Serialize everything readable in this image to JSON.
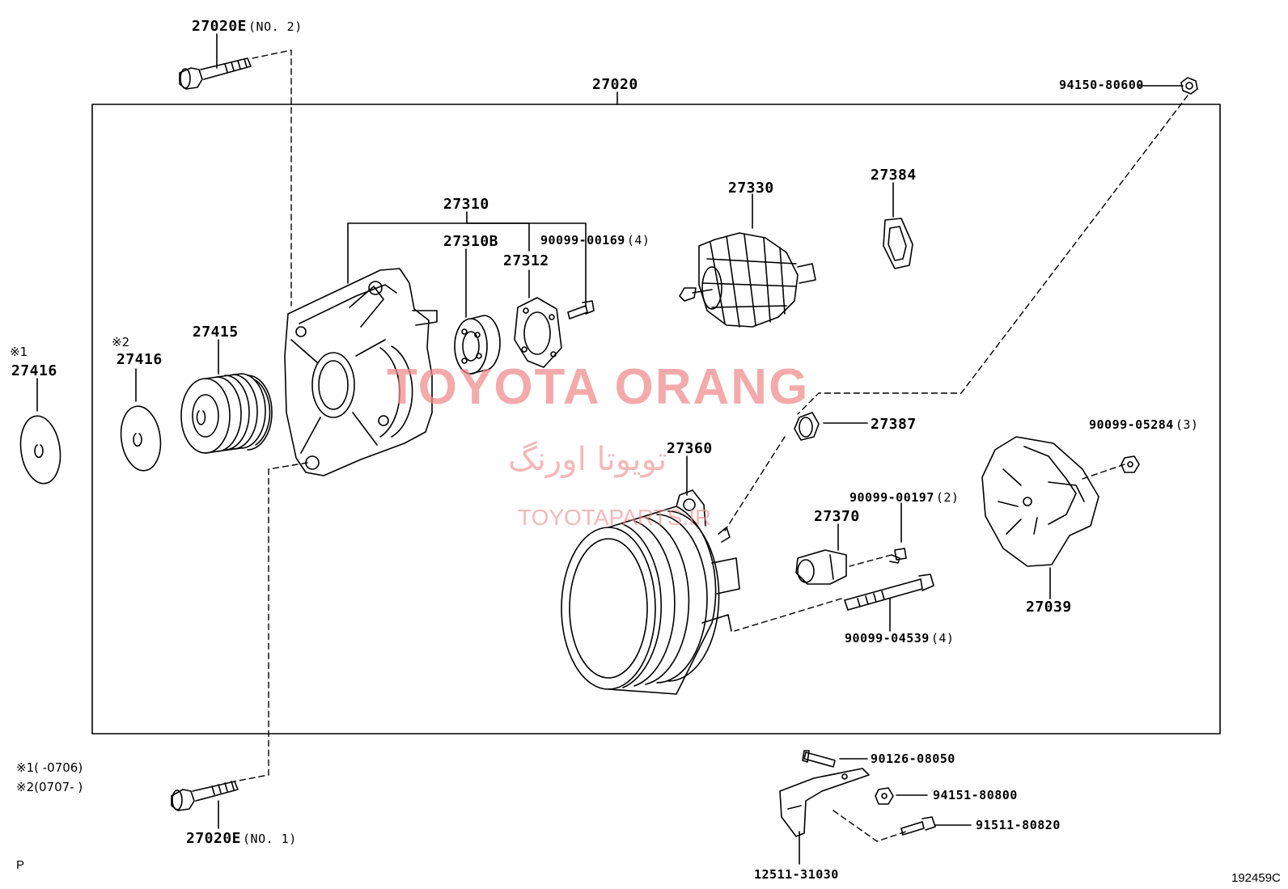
{
  "diagram": {
    "parts": [
      {
        "id": "p27020E_2",
        "number": "27020E",
        "note": "(NO. 2)"
      },
      {
        "id": "p27020",
        "number": "27020",
        "note": ""
      },
      {
        "id": "p94150",
        "number": "94150-80600",
        "note": ""
      },
      {
        "id": "p27310",
        "number": "27310",
        "note": ""
      },
      {
        "id": "p27310B",
        "number": "27310B",
        "note": ""
      },
      {
        "id": "p27312",
        "number": "27312",
        "note": ""
      },
      {
        "id": "p90099_00169",
        "number": "90099-00169",
        "note": "(4)"
      },
      {
        "id": "p27330",
        "number": "27330",
        "note": ""
      },
      {
        "id": "p27384",
        "number": "27384",
        "note": ""
      },
      {
        "id": "p27416_1",
        "number": "27416",
        "note": ""
      },
      {
        "id": "p27416_2",
        "number": "27416",
        "note": ""
      },
      {
        "id": "p27415",
        "number": "27415",
        "note": ""
      },
      {
        "id": "p27387",
        "number": "27387",
        "note": ""
      },
      {
        "id": "p90099_05284",
        "number": "90099-05284",
        "note": "(3)"
      },
      {
        "id": "p27360",
        "number": "27360",
        "note": ""
      },
      {
        "id": "p90099_00197",
        "number": "90099-00197",
        "note": "(2)"
      },
      {
        "id": "p27370",
        "number": "27370",
        "note": ""
      },
      {
        "id": "p27039",
        "number": "27039",
        "note": ""
      },
      {
        "id": "p90099_04539",
        "number": "90099-04539",
        "note": "(4)"
      },
      {
        "id": "p90126",
        "number": "90126-08050",
        "note": ""
      },
      {
        "id": "p94151",
        "number": "94151-80800",
        "note": ""
      },
      {
        "id": "p91511",
        "number": "91511-80820",
        "note": ""
      },
      {
        "id": "p12511",
        "number": "12511-31030",
        "note": ""
      },
      {
        "id": "p27020E_1",
        "number": "27020E",
        "note": "(NO. 1)"
      }
    ],
    "marks": {
      "m1": "※1",
      "m2": "※2"
    },
    "legend": [
      {
        "mark": "※1",
        "text": "(      -0706)"
      },
      {
        "mark": "※2",
        "text": "(0707-      )"
      }
    ],
    "corner_left": "P",
    "figure_id": "192459C"
  },
  "watermark": {
    "brand": "TOYOTA ORANG",
    "brand_fa": "تویوتا اورنگ",
    "site": "TOYOTAPARTS.IR"
  }
}
